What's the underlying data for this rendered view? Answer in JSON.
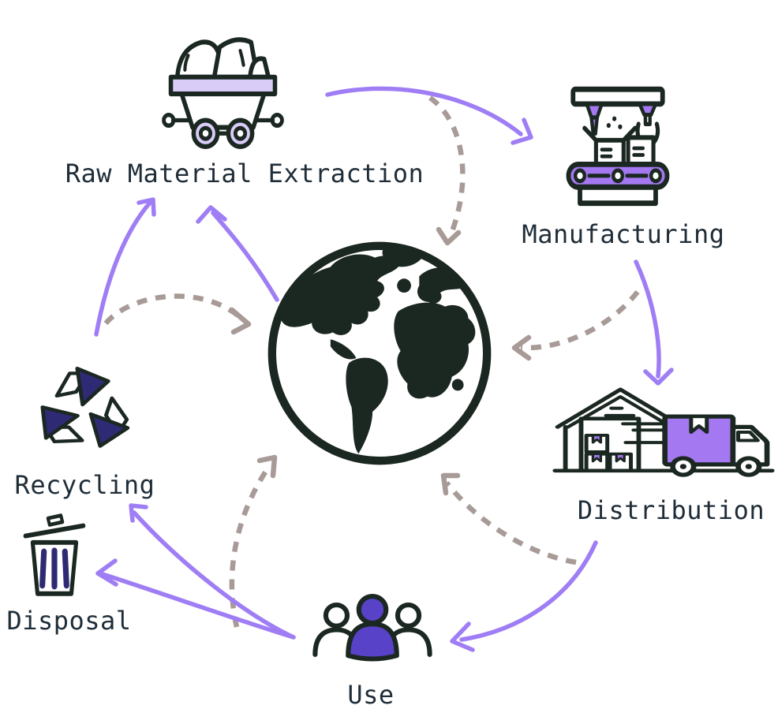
{
  "diagram": {
    "stages": [
      {
        "id": "raw-material-extraction",
        "label": "Raw Material Extraction",
        "icon": "mine-cart-icon"
      },
      {
        "id": "manufacturing",
        "label": "Manufacturing",
        "icon": "factory-conveyor-icon"
      },
      {
        "id": "distribution",
        "label": "Distribution",
        "icon": "warehouse-truck-icon"
      },
      {
        "id": "use",
        "label": "Use",
        "icon": "people-group-icon"
      },
      {
        "id": "recycling",
        "label": "Recycling",
        "icon": "recycling-arrows-icon"
      },
      {
        "id": "disposal",
        "label": "Disposal",
        "icon": "trash-can-icon"
      }
    ],
    "center": {
      "icon": "earth-globe-icon"
    },
    "arrows": {
      "cycle": [
        "extraction-to-manufacturing",
        "manufacturing-to-distribution",
        "distribution-to-use",
        "use-to-disposal",
        "use-to-recycling",
        "recycling-to-extraction",
        "earth-to-extraction"
      ],
      "impact_dashed": [
        "extraction-to-earth",
        "manufacturing-to-earth",
        "distribution-to-earth",
        "use-to-earth",
        "recycling-to-earth"
      ]
    },
    "colors": {
      "background": "#ffffff",
      "outline": "#1b2721",
      "label_text": "#1f2d38",
      "cycle_arrow_purple": "#9f7ef5",
      "impact_arrow_taupe": "#a89b97",
      "lavender_fill": "#d9cdf8",
      "purple_fill": "#a478f0",
      "deep_purple_fill": "#5742c8",
      "navy_fill": "#2e2a74"
    }
  }
}
